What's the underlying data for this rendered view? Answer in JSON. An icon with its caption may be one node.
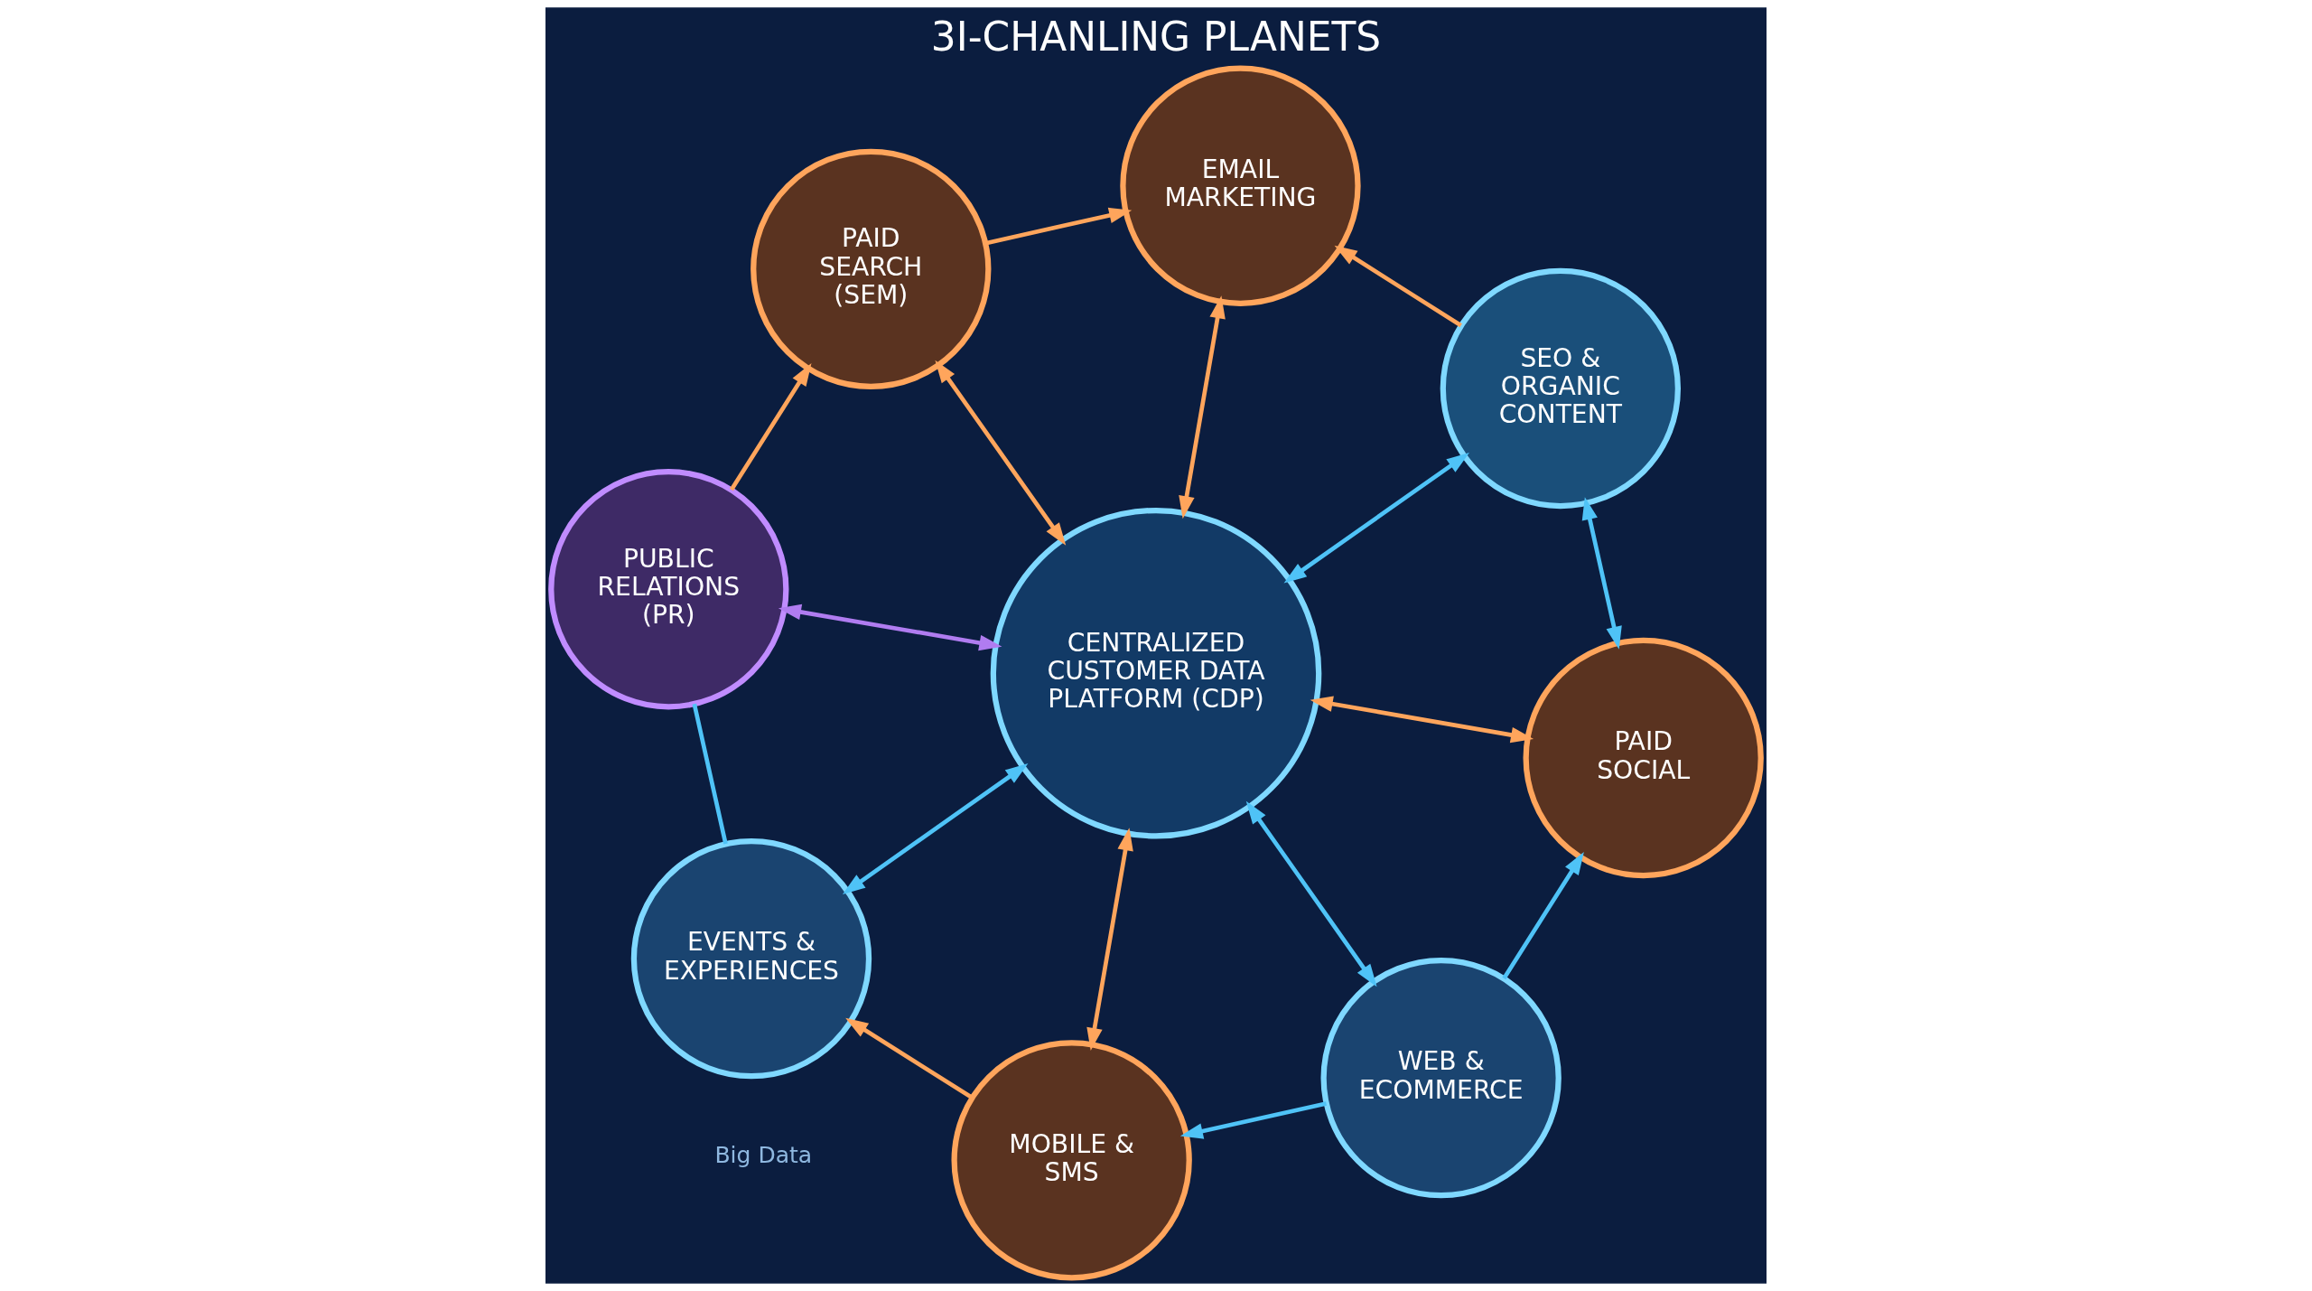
{
  "diagram": {
    "title": "3I-CHANLING PLANETS",
    "nodes": [
      {
        "text": [
          "CENTRALIZED CUSTOMER DATA PLATFORM (CDP)"
        ]
      },
      {
        "text": [
          "SEO & ORGANIC CONTENT"
        ]
      },
      {
        "text": [
          "PAID SOCIAL"
        ]
      },
      {
        "text": [
          "EMAIL MARKETING"
        ]
      },
      {
        "text": [
          "WEB & ECOMMERCE"
        ]
      },
      {
        "text": [
          "PAID SEARCH (SEM)"
        ]
      },
      {
        "text": [
          "MOBILE & SMS"
        ]
      },
      {
        "text": [
          "PUBLIC RELATIONS (PR)"
        ]
      },
      {
        "text": [
          "EVENTS & EXPERIENCES"
        ]
      }
    ],
    "edges": [
      {
        "from": 1,
        "to": 0,
        "arrow": "both",
        "color": "#4fc3f7"
      },
      {
        "from": 2,
        "to": 0,
        "arrow": "both"
      },
      {
        "from": 3,
        "to": 0,
        "arrow": "both"
      },
      {
        "from": 4,
        "to": 0,
        "arrow": "both",
        "color": "#4fc3f7"
      },
      {
        "from": 5,
        "to": 0,
        "arrow": "both"
      },
      {
        "from": 6,
        "to": 0,
        "arrow": "both"
      },
      {
        "from": 7,
        "to": 0,
        "arrow": "both",
        "color": "#b07cf0"
      },
      {
        "from": 8,
        "to": 0,
        "arrow": "both",
        "color": "#4fc3f7"
      },
      {
        "from": 2,
        "to": 1,
        "arrow": "both",
        "color": "#4fc3f7"
      },
      {
        "from": 1,
        "to": 3,
        "arrow": "to"
      },
      {
        "from": 5,
        "to": 3,
        "arrow": "to"
      },
      {
        "from": 7,
        "to": 5,
        "arrow": "to"
      },
      {
        "from": 8,
        "to": 7,
        "arrow": "none",
        "color": "#4fc3f7"
      },
      {
        "from": 6,
        "to": 8,
        "arrow": "to"
      },
      {
        "from": 4,
        "to": 6,
        "arrow": "to",
        "color": "#4fc3f7"
      },
      {
        "from": 4,
        "to": 2,
        "arrow": "to",
        "color": "#4fc3f7"
      }
    ],
    "labels": [
      "Big Data"
    ]
  }
}
